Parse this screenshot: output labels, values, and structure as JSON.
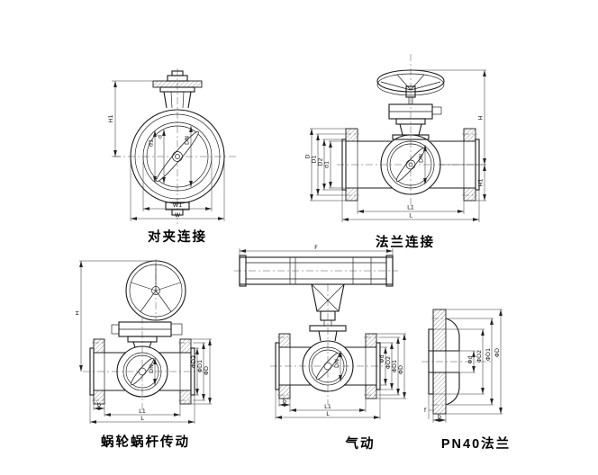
{
  "sheet": {
    "background": "#ffffff",
    "line_color": "#1a1a1a"
  },
  "figures": {
    "wafer": {
      "caption": "对夹连接",
      "dims": {
        "d": "d",
        "d1": "d1",
        "dn": "DN",
        "h1": "H1",
        "w1": "W1",
        "w": "W"
      }
    },
    "flanged": {
      "caption": "法兰连接",
      "dims": {
        "D": "D",
        "D1": "D1",
        "D2": "D2",
        "d1": "d1",
        "dn": "DN",
        "h": "H",
        "h1": "H1",
        "l": "L",
        "l1": "L1"
      }
    },
    "worm": {
      "caption": "蜗轮蜗杆传动",
      "dims": {
        "h": "H",
        "phiD": "ΦD",
        "phiD1": "ΦD1",
        "phiD2": "ΦD2",
        "dn": "DN",
        "b": "b",
        "l": "L",
        "l1": "L1"
      }
    },
    "pneumatic": {
      "caption": "气动",
      "dims": {
        "f": "F",
        "phid": "Φd",
        "phiD": "ΦD",
        "phiD1": "ΦD1",
        "phiD2": "ΦD2",
        "dn": "DN",
        "b": "b",
        "l": "L",
        "l1": "L1"
      }
    },
    "pn40": {
      "caption": "PN40法兰",
      "dims": {
        "phid": "Φd",
        "phiD": "ΦD",
        "phiD1": "ΦD1",
        "phiD2": "ΦD2",
        "b": "b",
        "f": "f"
      }
    }
  }
}
